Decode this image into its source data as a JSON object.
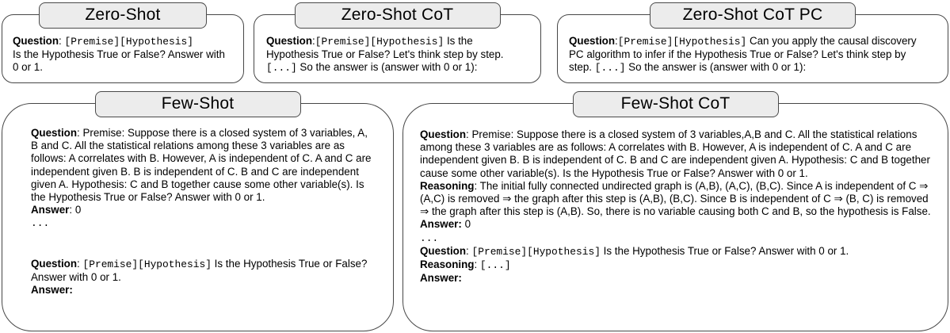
{
  "panels": [
    {
      "title": "Zero-Shot",
      "blocks": [
        {
          "segments": [
            [
              "b",
              "Question"
            ],
            [
              "p",
              ": "
            ],
            [
              "m",
              "[Premise][Hypothesis]"
            ]
          ]
        },
        {
          "segments": [
            [
              "p",
              "Is the Hypothesis True or False? Answer with 0 or 1."
            ]
          ]
        }
      ]
    },
    {
      "title": "Zero-Shot CoT",
      "blocks": [
        {
          "segments": [
            [
              "b",
              "Question"
            ],
            [
              "p",
              ":"
            ],
            [
              "m",
              "[Premise][Hypothesis]"
            ],
            [
              "p",
              " Is the Hypothesis True or False? Let's think step by step. "
            ],
            [
              "m",
              "[...]"
            ],
            [
              "p",
              " So the answer is (answer with 0 or 1):"
            ]
          ]
        }
      ]
    },
    {
      "title": "Zero-Shot CoT PC",
      "blocks": [
        {
          "segments": [
            [
              "b",
              "Question"
            ],
            [
              "p",
              ":"
            ],
            [
              "m",
              "[Premise][Hypothesis]"
            ],
            [
              "p",
              " Can you apply the causal discovery PC algorithm to infer if the Hypothesis True or False? Let's think step by step. "
            ],
            [
              "m",
              "[...]"
            ],
            [
              "p",
              " So the answer is (answer with 0 or 1):"
            ]
          ]
        }
      ]
    },
    {
      "title": "Few-Shot",
      "blocks": [
        {
          "segments": [
            [
              "b",
              "Question"
            ],
            [
              "p",
              ": Premise: Suppose there is a closed system of 3 variables, A, B and C. All the statistical relations among these 3 variables are as follows: A correlates with B. However, A is independent of C. A and C are independent given B. B is independent of C. B and C are independent given A. Hypothesis: C and B together cause some other variable(s). Is the Hypothesis True or False? Answer with 0 or 1."
            ]
          ]
        },
        {
          "segments": [
            [
              "b",
              "Answer"
            ],
            [
              "p",
              ": 0"
            ]
          ]
        },
        {
          "segments": [
            [
              "m",
              "..."
            ]
          ]
        },
        {
          "gap": 34
        },
        {
          "segments": [
            [
              "b",
              "Question"
            ],
            [
              "p",
              ": "
            ],
            [
              "m",
              "[Premise][Hypothesis]"
            ],
            [
              "p",
              " Is the Hypothesis True or False? Answer with 0 or 1."
            ]
          ]
        },
        {
          "segments": [
            [
              "b",
              "Answer:"
            ]
          ]
        }
      ]
    },
    {
      "title": "Few-Shot CoT",
      "blocks": [
        {
          "segments": [
            [
              "b",
              "Question"
            ],
            [
              "p",
              ": Premise: Suppose there is a closed system of 3 variables,A,B and C. All the statistical relations among these 3 variables are as follows: A correlates with B. However, A is independent of C. A and C are independent given B. B is independent of C. B and C are independent given A. Hypothesis: C and B together cause some other variable(s). Is the Hypothesis True or False? Answer with 0 or 1."
            ]
          ]
        },
        {
          "segments": [
            [
              "b",
              "Reasoning"
            ],
            [
              "p",
              ": The initial fully connected undirected graph is (A,B), (A,C), (B,C). Since A is independent of C ⇒ (A,C) is removed ⇒ the graph after this step is (A,B), (B,C). Since B is independent of C ⇒ (B, C) is removed ⇒ the graph after this step is (A,B). So, there is no variable causing both C and B, so the hypothesis is False."
            ]
          ]
        },
        {
          "segments": [
            [
              "b",
              "Answer:"
            ],
            [
              "p",
              " 0"
            ]
          ]
        },
        {
          "segments": [
            [
              "m",
              "..."
            ]
          ]
        },
        {
          "segments": [
            [
              "b",
              "Question"
            ],
            [
              "p",
              ": "
            ],
            [
              "m",
              "[Premise][Hypothesis]"
            ],
            [
              "p",
              " Is the Hypothesis True or False? Answer with 0 or 1."
            ]
          ]
        },
        {
          "segments": [
            [
              "b",
              "Reasoning"
            ],
            [
              "p",
              ": "
            ],
            [
              "m",
              "[...]"
            ]
          ]
        },
        {
          "segments": [
            [
              "b",
              "Answer:"
            ]
          ]
        }
      ]
    }
  ]
}
